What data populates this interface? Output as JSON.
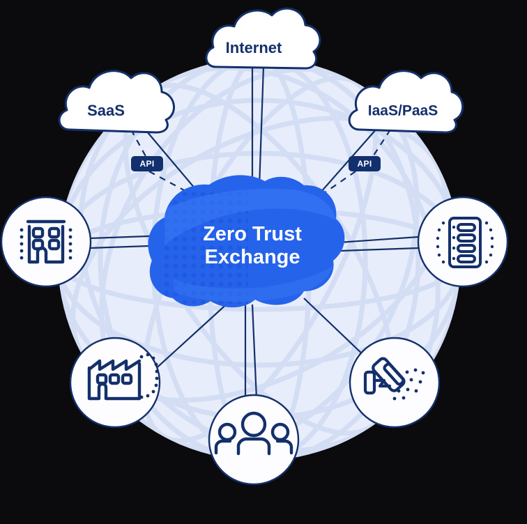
{
  "diagram": {
    "title": "Zero Trust Exchange",
    "background_color": "#0b0b0d",
    "globe_color": "#e7edfa",
    "globe_line_color": "#d2ddf4",
    "navy": "#14306b",
    "accent_blue": "#2563eb",
    "badge_navy": "#12306e",
    "center": {
      "name": "center-cloud",
      "line1": "Zero Trust",
      "line2": "Exchange",
      "fill": "#2563eb",
      "text_color": "#ffffff"
    },
    "cloud_nodes": [
      {
        "id": "internet",
        "label": "Internet",
        "icon": "cloud-icon"
      },
      {
        "id": "saas",
        "label": "SaaS",
        "icon": "cloud-icon"
      },
      {
        "id": "iaas-paas",
        "label": "IaaS/PaaS",
        "icon": "cloud-icon"
      }
    ],
    "api_badges": [
      {
        "id": "api-saas",
        "label": "API"
      },
      {
        "id": "api-iaas-paas",
        "label": "API"
      }
    ],
    "icon_nodes": [
      {
        "id": "branch-office",
        "icon": "office-building-icon",
        "label": ""
      },
      {
        "id": "data-center",
        "icon": "server-rack-icon",
        "label": ""
      },
      {
        "id": "factory",
        "icon": "factory-icon",
        "label": ""
      },
      {
        "id": "iot-ot",
        "icon": "security-camera-icon",
        "label": ""
      },
      {
        "id": "users",
        "icon": "users-group-icon",
        "label": ""
      }
    ]
  }
}
